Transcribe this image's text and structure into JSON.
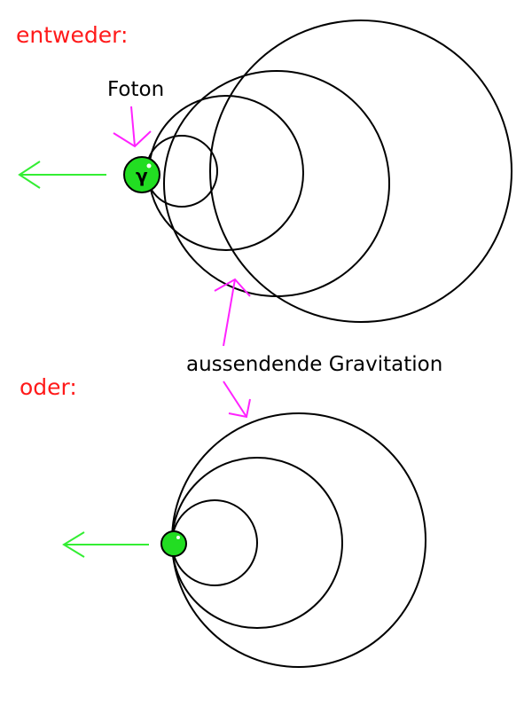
{
  "labels": {
    "entweder": "entweder:",
    "oder": "oder:",
    "foton": "Foton",
    "gravitation": "aussendende Gravitation",
    "gamma": "γ"
  },
  "colors": {
    "heading": "#ff1a1a",
    "photon": "#22dd22",
    "photon_outline": "#000000",
    "motion_arrow": "#33ee33",
    "pointer_arrow": "#ff22ff",
    "waves": "#000000"
  },
  "icons": {
    "motion": "arrow-left-icon",
    "pointer": "pointer-arrow-icon",
    "photon": "photon-ball-icon"
  }
}
